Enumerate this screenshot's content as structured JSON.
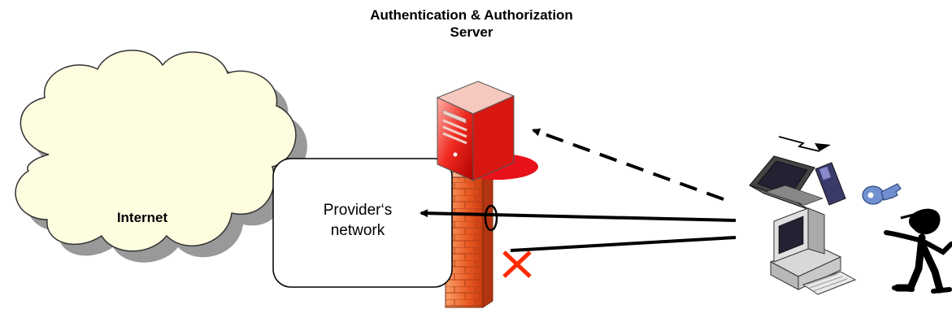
{
  "title": {
    "line1": "Authentication & Authorization",
    "line2": "Server"
  },
  "labels": {
    "internet": "Internet",
    "provider_line1": "Provider‘s",
    "provider_line2": "network"
  },
  "icons": {
    "cloud": "internet-cloud-icon",
    "server": "server-tower-icon",
    "firewall": "brick-firewall-icon",
    "laptop": "laptop-icon",
    "pda": "pda-icon",
    "key": "key-icon",
    "computer": "desktop-computer-icon",
    "user": "stick-figure-user-icon",
    "wireless": "wireless-signal-icon",
    "blocked": "red-x-icon"
  },
  "colors": {
    "server_red": "#e8101a",
    "firewall_orange": "#e8642a",
    "key_blue": "#7090d0",
    "block_red": "#ff2a00",
    "cloud_fill": "#fffde0"
  }
}
